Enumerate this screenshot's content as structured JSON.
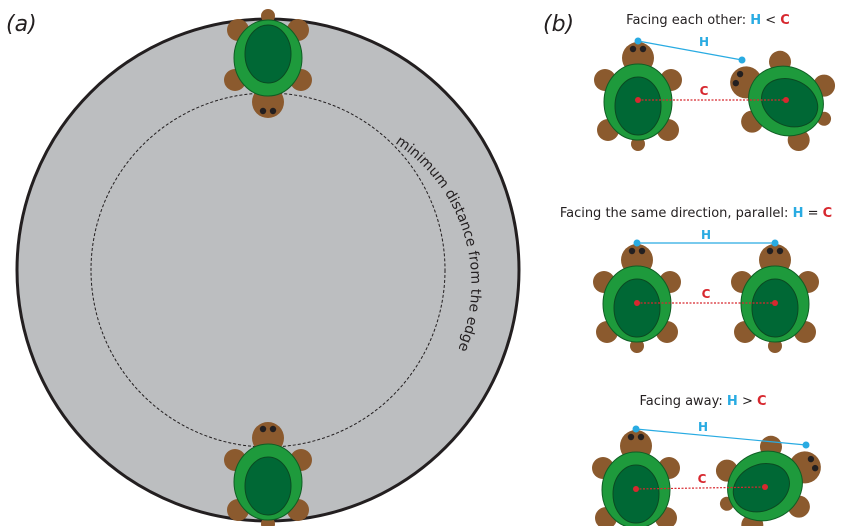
{
  "panel_a": {
    "label": "(a)",
    "ring_label": "minimum distance from the edge"
  },
  "panel_b": {
    "label": "(b)",
    "scenarios": [
      {
        "caption_prefix": "Facing each other: ",
        "H": "H",
        "relation": " < ",
        "C": "C",
        "head_line_label": "H",
        "center_line_label": "C"
      },
      {
        "caption_prefix": "Facing the same direction, parallel: ",
        "H": "H",
        "relation": " = ",
        "C": "C",
        "head_line_label": "H",
        "center_line_label": "C"
      },
      {
        "caption_prefix": "Facing away: ",
        "H": "H",
        "relation": " > ",
        "C": "C",
        "head_line_label": "H",
        "center_line_label": "C"
      }
    ]
  },
  "colors": {
    "arena": "#bcbec0",
    "shell_outer": "#1e9a3c",
    "shell_inner": "#006835",
    "skin": "#8b5a2e",
    "eye": "#231f20",
    "head_marker": "#29abe2",
    "center_marker": "#d7282f",
    "H_color": "#29abe2",
    "C_color": "#d7282f"
  },
  "icons": {
    "turtle": "turtle-icon"
  }
}
